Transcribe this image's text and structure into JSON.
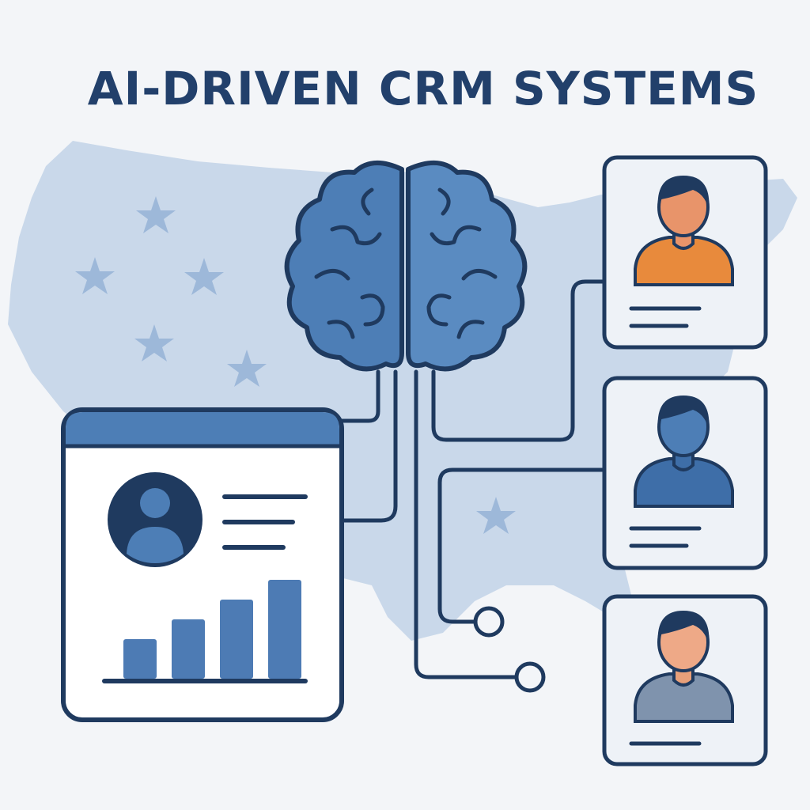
{
  "title": "AI-DRIVEN CRM SYSTEMS",
  "colors": {
    "background": "#f3f5f8",
    "title": "#22406b",
    "outline": "#1f3a5f",
    "map": "#c9d8ea",
    "map_star": "#9db8d9",
    "brain": "#4d7eb6",
    "chart_bar": "#4d7bb4",
    "profile_1_shirt": "#e88a3c",
    "profile_2_shirt": "#3e6ea8",
    "profile_3_shirt": "#7f93ad",
    "skin": "#e8946a"
  },
  "icons": {
    "map": "usa-map-icon",
    "brain": "brain-icon",
    "dashboard": "crm-dashboard-icon",
    "profile_card": "customer-profile-card-icon",
    "avatar": "user-avatar-icon",
    "bar_chart": "bar-chart-icon"
  },
  "dashboard_chart": {
    "type": "bar",
    "values": [
      2,
      3,
      4,
      5
    ]
  }
}
